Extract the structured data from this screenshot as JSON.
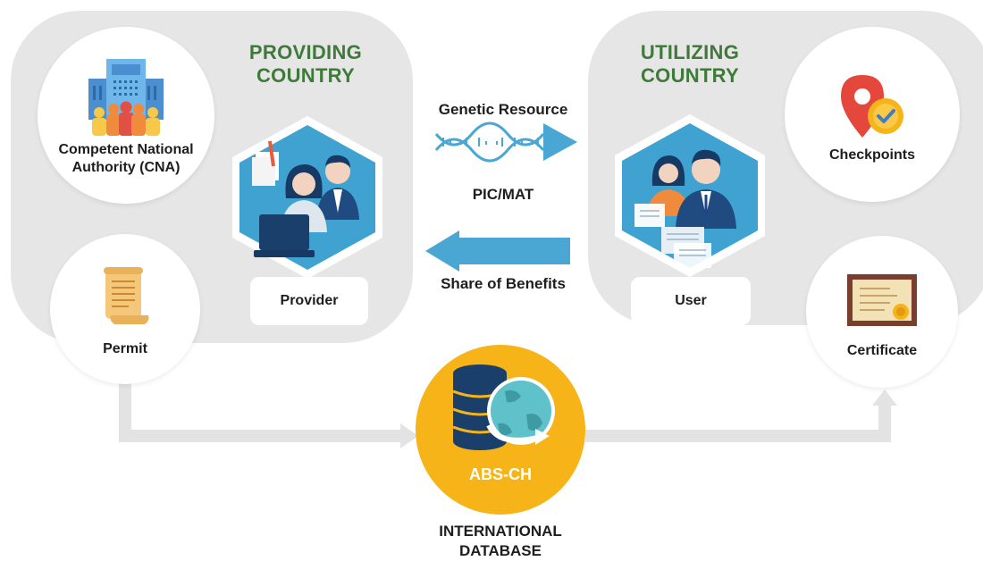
{
  "providing": {
    "title_line1": "PROVIDING",
    "title_line2": "COUNTRY",
    "cna_label_line1": "Competent National",
    "cna_label_line2": "Authority (CNA)",
    "permit_label": "Permit",
    "provider_label": "Provider"
  },
  "utilizing": {
    "title_line1": "UTILIZING",
    "title_line2": "COUNTRY",
    "checkpoints_label": "Checkpoints",
    "certificate_label": "Certificate",
    "user_label": "User"
  },
  "flows": {
    "genetic_resource": "Genetic Resource",
    "pic_mat": "PIC/MAT",
    "share_of_benefits": "Share of Benefits"
  },
  "database": {
    "badge": "ABS-CH",
    "title_line1": "INTERNATIONAL",
    "title_line2": "DATABASE"
  },
  "colors": {
    "panel": "#e6e6e6",
    "title_green": "#3f7a3a",
    "hex_blue": "#3fa2d0",
    "arrow_blue": "#4aa7d3",
    "db_yellow": "#f6b418",
    "connector_gray": "#e3e3e3"
  },
  "icons": [
    "building-icon",
    "permit-scroll-icon",
    "dna-icon",
    "map-pin-check-icon",
    "certificate-icon",
    "database-globe-icon"
  ]
}
